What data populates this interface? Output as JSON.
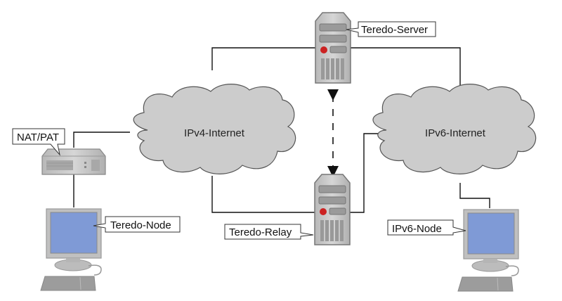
{
  "diagram": {
    "nodes": {
      "teredo_server": {
        "label": "Teredo-Server",
        "type": "server"
      },
      "teredo_relay": {
        "label": "Teredo-Relay",
        "type": "server"
      },
      "nat_pat": {
        "label": "NAT/PAT",
        "type": "router"
      },
      "teredo_node": {
        "label": "Teredo-Node",
        "type": "computer"
      },
      "ipv6_node": {
        "label": "IPv6-Node",
        "type": "computer"
      },
      "ipv4_internet": {
        "label": "IPv4-Internet",
        "type": "cloud"
      },
      "ipv6_internet": {
        "label": "IPv6-Internet",
        "type": "cloud"
      }
    },
    "edges": [
      {
        "from": "teredo_server",
        "to": "ipv4_internet",
        "style": "solid"
      },
      {
        "from": "teredo_server",
        "to": "ipv6_internet",
        "style": "solid"
      },
      {
        "from": "teredo_server",
        "to": "teredo_relay",
        "style": "dashed-bidirectional"
      },
      {
        "from": "teredo_relay",
        "to": "ipv4_internet",
        "style": "solid"
      },
      {
        "from": "teredo_relay",
        "to": "ipv6_internet",
        "style": "solid"
      },
      {
        "from": "nat_pat",
        "to": "ipv4_internet",
        "style": "solid"
      },
      {
        "from": "nat_pat",
        "to": "teredo_node",
        "style": "solid"
      },
      {
        "from": "ipv6_internet",
        "to": "ipv6_node",
        "style": "solid"
      }
    ],
    "colors": {
      "cloud_fill": "#cccccc",
      "device_fill": "#c8c8c8",
      "screen_blue": "#7f9ad6",
      "power_red": "#cc2222"
    }
  }
}
